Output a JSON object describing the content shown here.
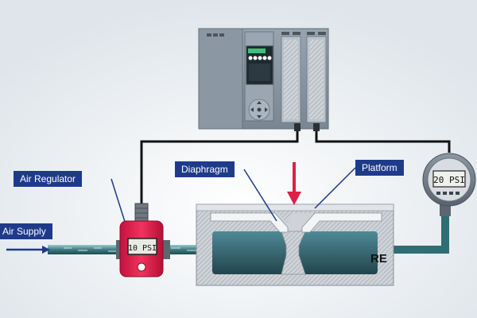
{
  "labels": {
    "air_regulator": "Air Regulator",
    "air_supply": "Air Supply",
    "diaphragm": "Diaphragm",
    "platform": "Platform"
  },
  "regulator": {
    "reading": "10 PSI"
  },
  "gauge": {
    "reading": "20 PSI"
  },
  "watermark": "RE",
  "colors": {
    "label_bg": "#1e3a8a",
    "regulator_body": "#e11d48",
    "force_arrow": "#e11d48",
    "plc_body": "#8a97a3",
    "chamber_fill": "#2f5c67",
    "housing": "#c9cdd2",
    "air_line": "#2e6e74"
  },
  "icons": [
    "force-arrow-icon",
    "supply-arrow-icon",
    "dpad-icon"
  ]
}
